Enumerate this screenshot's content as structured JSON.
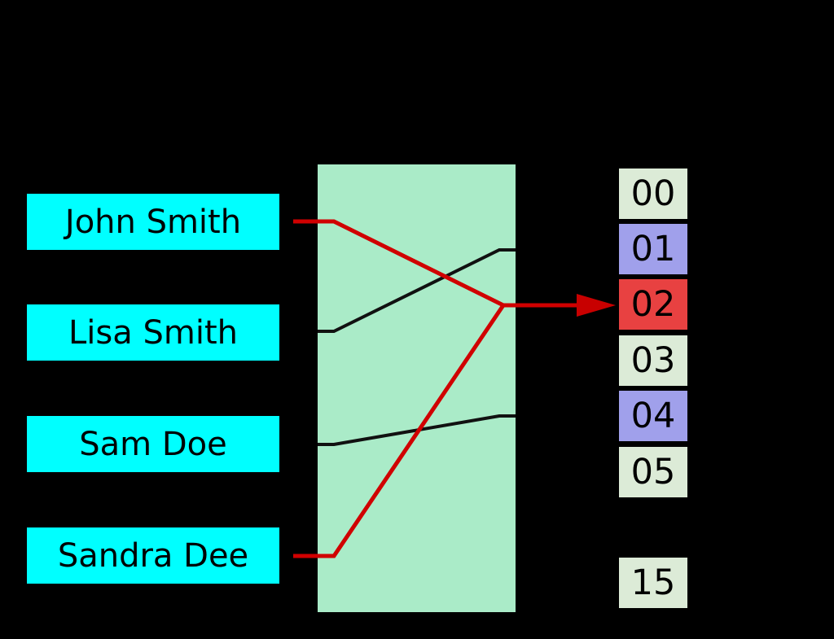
{
  "canvas": {
    "background_color": "#000000"
  },
  "keys": {
    "box_color": "#00FFFF",
    "text_color": "#000000",
    "items": [
      {
        "label": "John Smith"
      },
      {
        "label": "Lisa Smith"
      },
      {
        "label": "Sam Doe"
      },
      {
        "label": "Sandra Dee"
      }
    ]
  },
  "hash_function": {
    "box_color": "#AAEBC8"
  },
  "buckets": {
    "free_color": "#DCEBD7",
    "used_color": "#A0A0EB",
    "collision_color": "#E84141",
    "text_color": "#000000",
    "items": [
      {
        "label": "00",
        "state": "free"
      },
      {
        "label": "01",
        "state": "used"
      },
      {
        "label": "02",
        "state": "collision"
      },
      {
        "label": "03",
        "state": "free"
      },
      {
        "label": "04",
        "state": "used"
      },
      {
        "label": "05",
        "state": "free"
      },
      {
        "label": "15",
        "state": "free"
      }
    ]
  },
  "links": {
    "red_color": "#D00000",
    "black_color": "#111111",
    "items": [
      {
        "from": "John Smith",
        "to": "02",
        "color": "#D00000"
      },
      {
        "from": "Lisa Smith",
        "to": "01",
        "color": "#111111"
      },
      {
        "from": "Sam Doe",
        "to": "04",
        "color": "#111111"
      },
      {
        "from": "Sandra Dee",
        "to": "02",
        "color": "#D00000"
      }
    ]
  }
}
